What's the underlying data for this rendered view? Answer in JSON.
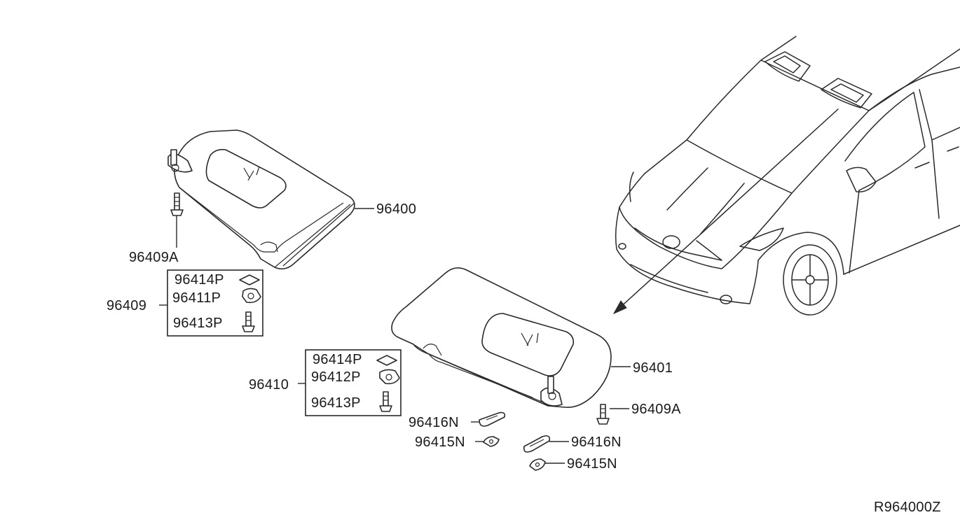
{
  "labels": {
    "visor_left": "96400",
    "visor_right": "96401",
    "screw_left": "96409A",
    "screw_right": "96409A",
    "kit_left": "96409",
    "kit_right": "96410",
    "kit_left_items": [
      "96414P",
      "96411P",
      "96413P"
    ],
    "kit_right_items": [
      "96414P",
      "96412P",
      "96413P"
    ],
    "lens_cover_upper": "96416N",
    "clip_upper": "96415N",
    "lens_cover_lower": "96416N",
    "clip_lower": "96415N",
    "drawing_number": "R964000Z"
  }
}
